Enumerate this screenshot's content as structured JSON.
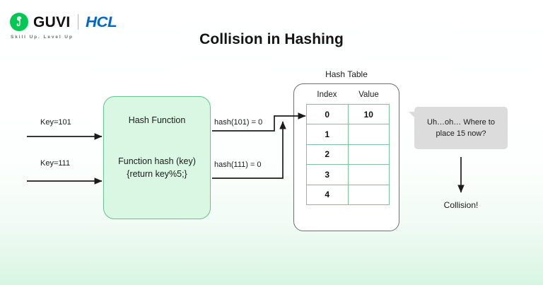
{
  "brand": {
    "logo_icon": "guvi-circle-glyph-icon",
    "name": "GUVI",
    "partner": "HCL",
    "tagline": "Skill Up. Level Up",
    "accent_green": "#00c853",
    "partner_blue": "#0066cc"
  },
  "title": "Collision in Hashing",
  "inputs": [
    {
      "label": "Key=101"
    },
    {
      "label": "Key=111"
    }
  ],
  "hash_function": {
    "title": "Hash Function",
    "code_line_1": "Function hash (key)",
    "code_line_2": "{return key%5;}",
    "fill_color": "#d9f7e3",
    "border_color": "#63c68c"
  },
  "hash_results": [
    {
      "label": "hash(101) = 0"
    },
    {
      "label": "hash(111) = 0"
    }
  ],
  "hash_table": {
    "title": "Hash Table",
    "columns": [
      "Index",
      "Value"
    ],
    "rows": [
      {
        "index": "0",
        "value": "10"
      },
      {
        "index": "1",
        "value": ""
      },
      {
        "index": "2",
        "value": ""
      },
      {
        "index": "3",
        "value": ""
      },
      {
        "index": "4",
        "value": ""
      }
    ],
    "grid_color": "#7cc49b",
    "frame_color": "#6f6f6f"
  },
  "callout": {
    "bubble_text": "Uh…oh… Where to place 15 now?",
    "bubble_color": "#dcdcdc",
    "result_label": "Collision!"
  }
}
